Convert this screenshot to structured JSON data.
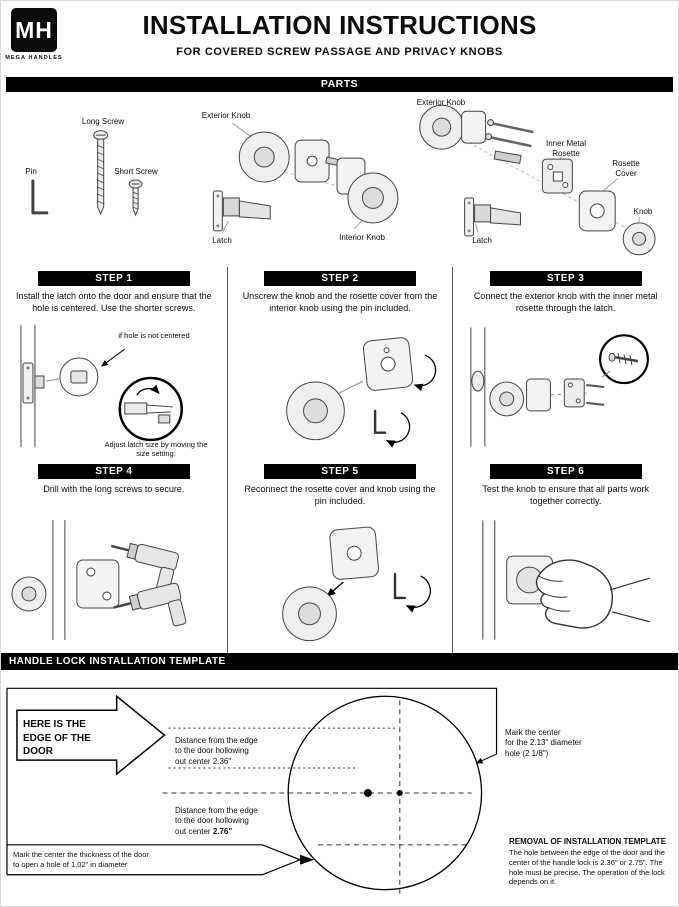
{
  "header": {
    "logo_text": "MH",
    "brand": "MEGA HANDLES",
    "title": "INSTALLATION INSTRUCTIONS",
    "subtitle": "FOR COVERED SCREW PASSAGE AND PRIVACY KNOBS"
  },
  "parts": {
    "banner": "PARTS",
    "labels": {
      "long_screw": "Long Screw",
      "pin": "Pin",
      "short_screw": "Short Screw",
      "exterior_knob_mid": "Exterior Knob",
      "latch_mid": "Latch",
      "interior_knob": "Interior Knob",
      "exterior_knob_right": "Exterior Knob",
      "inner_metal_rosette": "Inner Metal\nRosette",
      "rosette_cover": "Rosette\nCover",
      "knob": "Knob",
      "latch_right": "Latch"
    }
  },
  "steps": [
    {
      "banner": "STEP 1",
      "text": "Install the latch onto the door and ensure that the hole is centered. Use the shorter screws.",
      "note_top": "if hole is not centered",
      "note_bottom": "Adjust latch size by moving the size setting."
    },
    {
      "banner": "STEP 2",
      "text": "Unscrew the knob and the rosette cover from the interior knob using the pin included."
    },
    {
      "banner": "STEP 3",
      "text": "Connect the exterior knob with the inner metal rosette through the latch."
    },
    {
      "banner": "STEP 4",
      "text": "Drill with the long screws to secure."
    },
    {
      "banner": "STEP 5",
      "text": "Reconnect the rosette cover and knob using the pin included."
    },
    {
      "banner": "STEP 6",
      "text": "Test the knob to ensure that all parts work together correctly."
    }
  ],
  "template": {
    "banner": "HANDLE LOCK INSTALLATION TEMPLATE",
    "edge_label": "HERE IS THE EDGE OF THE DOOR",
    "distance_236": "Distance from the edge\nto the door hollowing\nout center 2.36\"",
    "distance_276_prefix": "Distance from the edge\nto the door hollowing\nout center ",
    "distance_276_value": "2.76\"",
    "mark_hole_right": "Mark the center\nfor the 2.13\" diameter\nhole (2 1/8\")",
    "mark_hole_bottom": "Mark the center the thickness of the door\nto open a hole of 1.02\" in diameter",
    "removal_title": "REMOVAL OF INSTALLATION TEMPLATE",
    "removal_text": "The hole between the edge of the door and the center of the handle lock is 2.36\" or 2.75\". The hole must be precise. The operation of the lock depends on it."
  }
}
